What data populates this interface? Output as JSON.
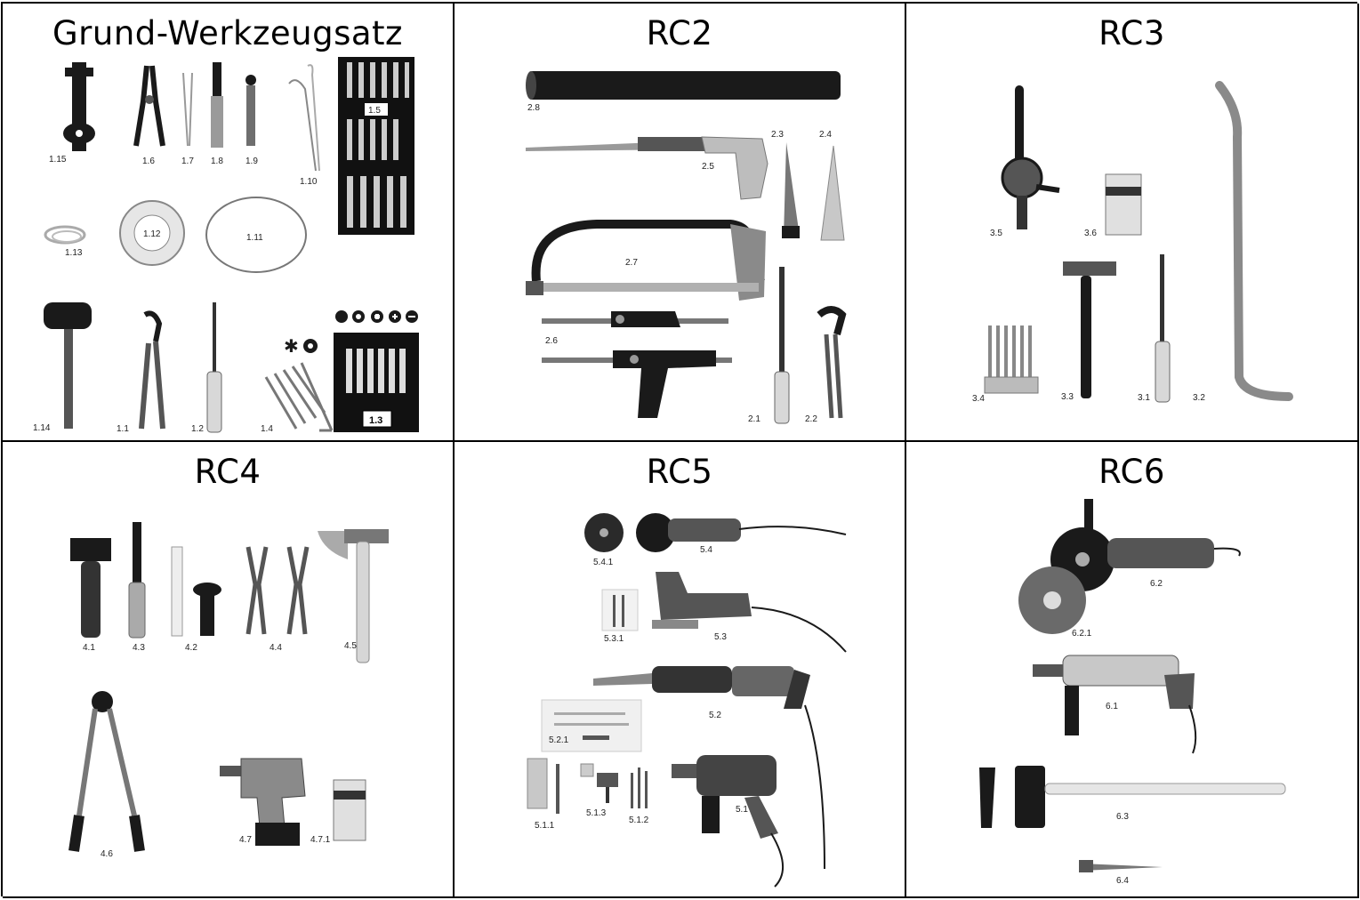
{
  "cells": {
    "grund": {
      "title": "Grund-Werkzeugsatz",
      "labels": {
        "l1_15": "1.15",
        "l1_6": "1.6",
        "l1_7": "1.7",
        "l1_8": "1.8",
        "l1_9": "1.9",
        "l1_10": "1.10",
        "l1_5": "1.5",
        "l1_13": "1.13",
        "l1_12": "1.12",
        "l1_11": "1.11",
        "l1_14": "1.14",
        "l1_1": "1.1",
        "l1_2": "1.2",
        "l1_4": "1.4",
        "l1_3": "1.3"
      }
    },
    "rc2": {
      "title": "RC2",
      "labels": {
        "l2_8": "2.8",
        "l2_5": "2.5",
        "l2_3": "2.3",
        "l2_4": "2.4",
        "l2_7": "2.7",
        "l2_6": "2.6",
        "l2_1": "2.1",
        "l2_2": "2.2"
      }
    },
    "rc3": {
      "title": "RC3",
      "labels": {
        "l3_5": "3.5",
        "l3_6": "3.6",
        "l3_4": "3.4",
        "l3_3": "3.3",
        "l3_1": "3.1",
        "l3_2": "3.2"
      }
    },
    "rc4": {
      "title": "RC4",
      "labels": {
        "l4_1": "4.1",
        "l4_3": "4.3",
        "l4_2": "4.2",
        "l4_4": "4.4",
        "l4_5": "4.5",
        "l4_6": "4.6",
        "l4_7": "4.7",
        "l4_7_1": "4.7.1"
      }
    },
    "rc5": {
      "title": "RC5",
      "labels": {
        "l5_4_1": "5.4.1",
        "l5_4": "5.4",
        "l5_3_1": "5.3.1",
        "l5_3": "5.3",
        "l5_2": "5.2",
        "l5_2_1": "5.2.1",
        "l5_1_1": "5.1.1",
        "l5_1_3": "5.1.3",
        "l5_1_2": "5.1.2",
        "l5_1": "5.1"
      }
    },
    "rc6": {
      "title": "RC6",
      "labels": {
        "l6_2": "6.2",
        "l6_2_1": "6.2.1",
        "l6_1": "6.1",
        "l6_3": "6.3",
        "l6_4": "6.4"
      }
    }
  },
  "colors": {
    "border": "#000000",
    "tool_dark": "#1a1a1a",
    "tool_mid": "#6e6e6e",
    "tool_light": "#c8c8c8"
  }
}
